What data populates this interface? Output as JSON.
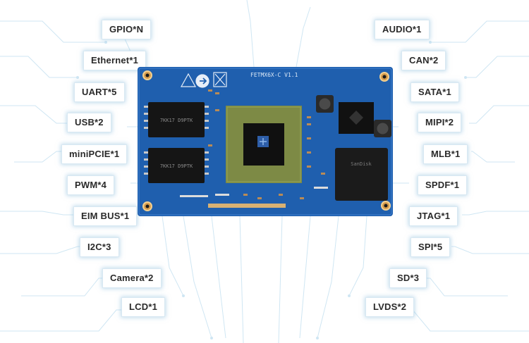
{
  "left_labels": [
    {
      "text": "GPIO*N"
    },
    {
      "text": "Ethernet*1"
    },
    {
      "text": "UART*5"
    },
    {
      "text": "USB*2"
    },
    {
      "text": "miniPCIE*1"
    },
    {
      "text": "PWM*4"
    },
    {
      "text": "EIM BUS*1"
    },
    {
      "text": "I2C*3"
    },
    {
      "text": "Camera*2"
    },
    {
      "text": "LCD*1"
    }
  ],
  "right_labels": [
    {
      "text": "AUDIO*1"
    },
    {
      "text": "CAN*2"
    },
    {
      "text": "SATA*1"
    },
    {
      "text": "MIPI*2"
    },
    {
      "text": "MLB*1"
    },
    {
      "text": "SPDF*1"
    },
    {
      "text": "JTAG*1"
    },
    {
      "text": "SPI*5"
    },
    {
      "text": "SD*3"
    },
    {
      "text": "LVDS*2"
    }
  ],
  "board": {
    "silkscreen_title": "FETMX6X-C V1.1",
    "ram_marking_top": "7KK17 D9PTK",
    "ram_marking_bottom": "7KK17 D9PTK",
    "flash_marking": "SanDisk",
    "colors": {
      "pcb": "#1f5fae",
      "pcb_dark": "#17478a",
      "chip_substrate": "#7d8a45",
      "accent_line": "#bfe0f4"
    }
  }
}
